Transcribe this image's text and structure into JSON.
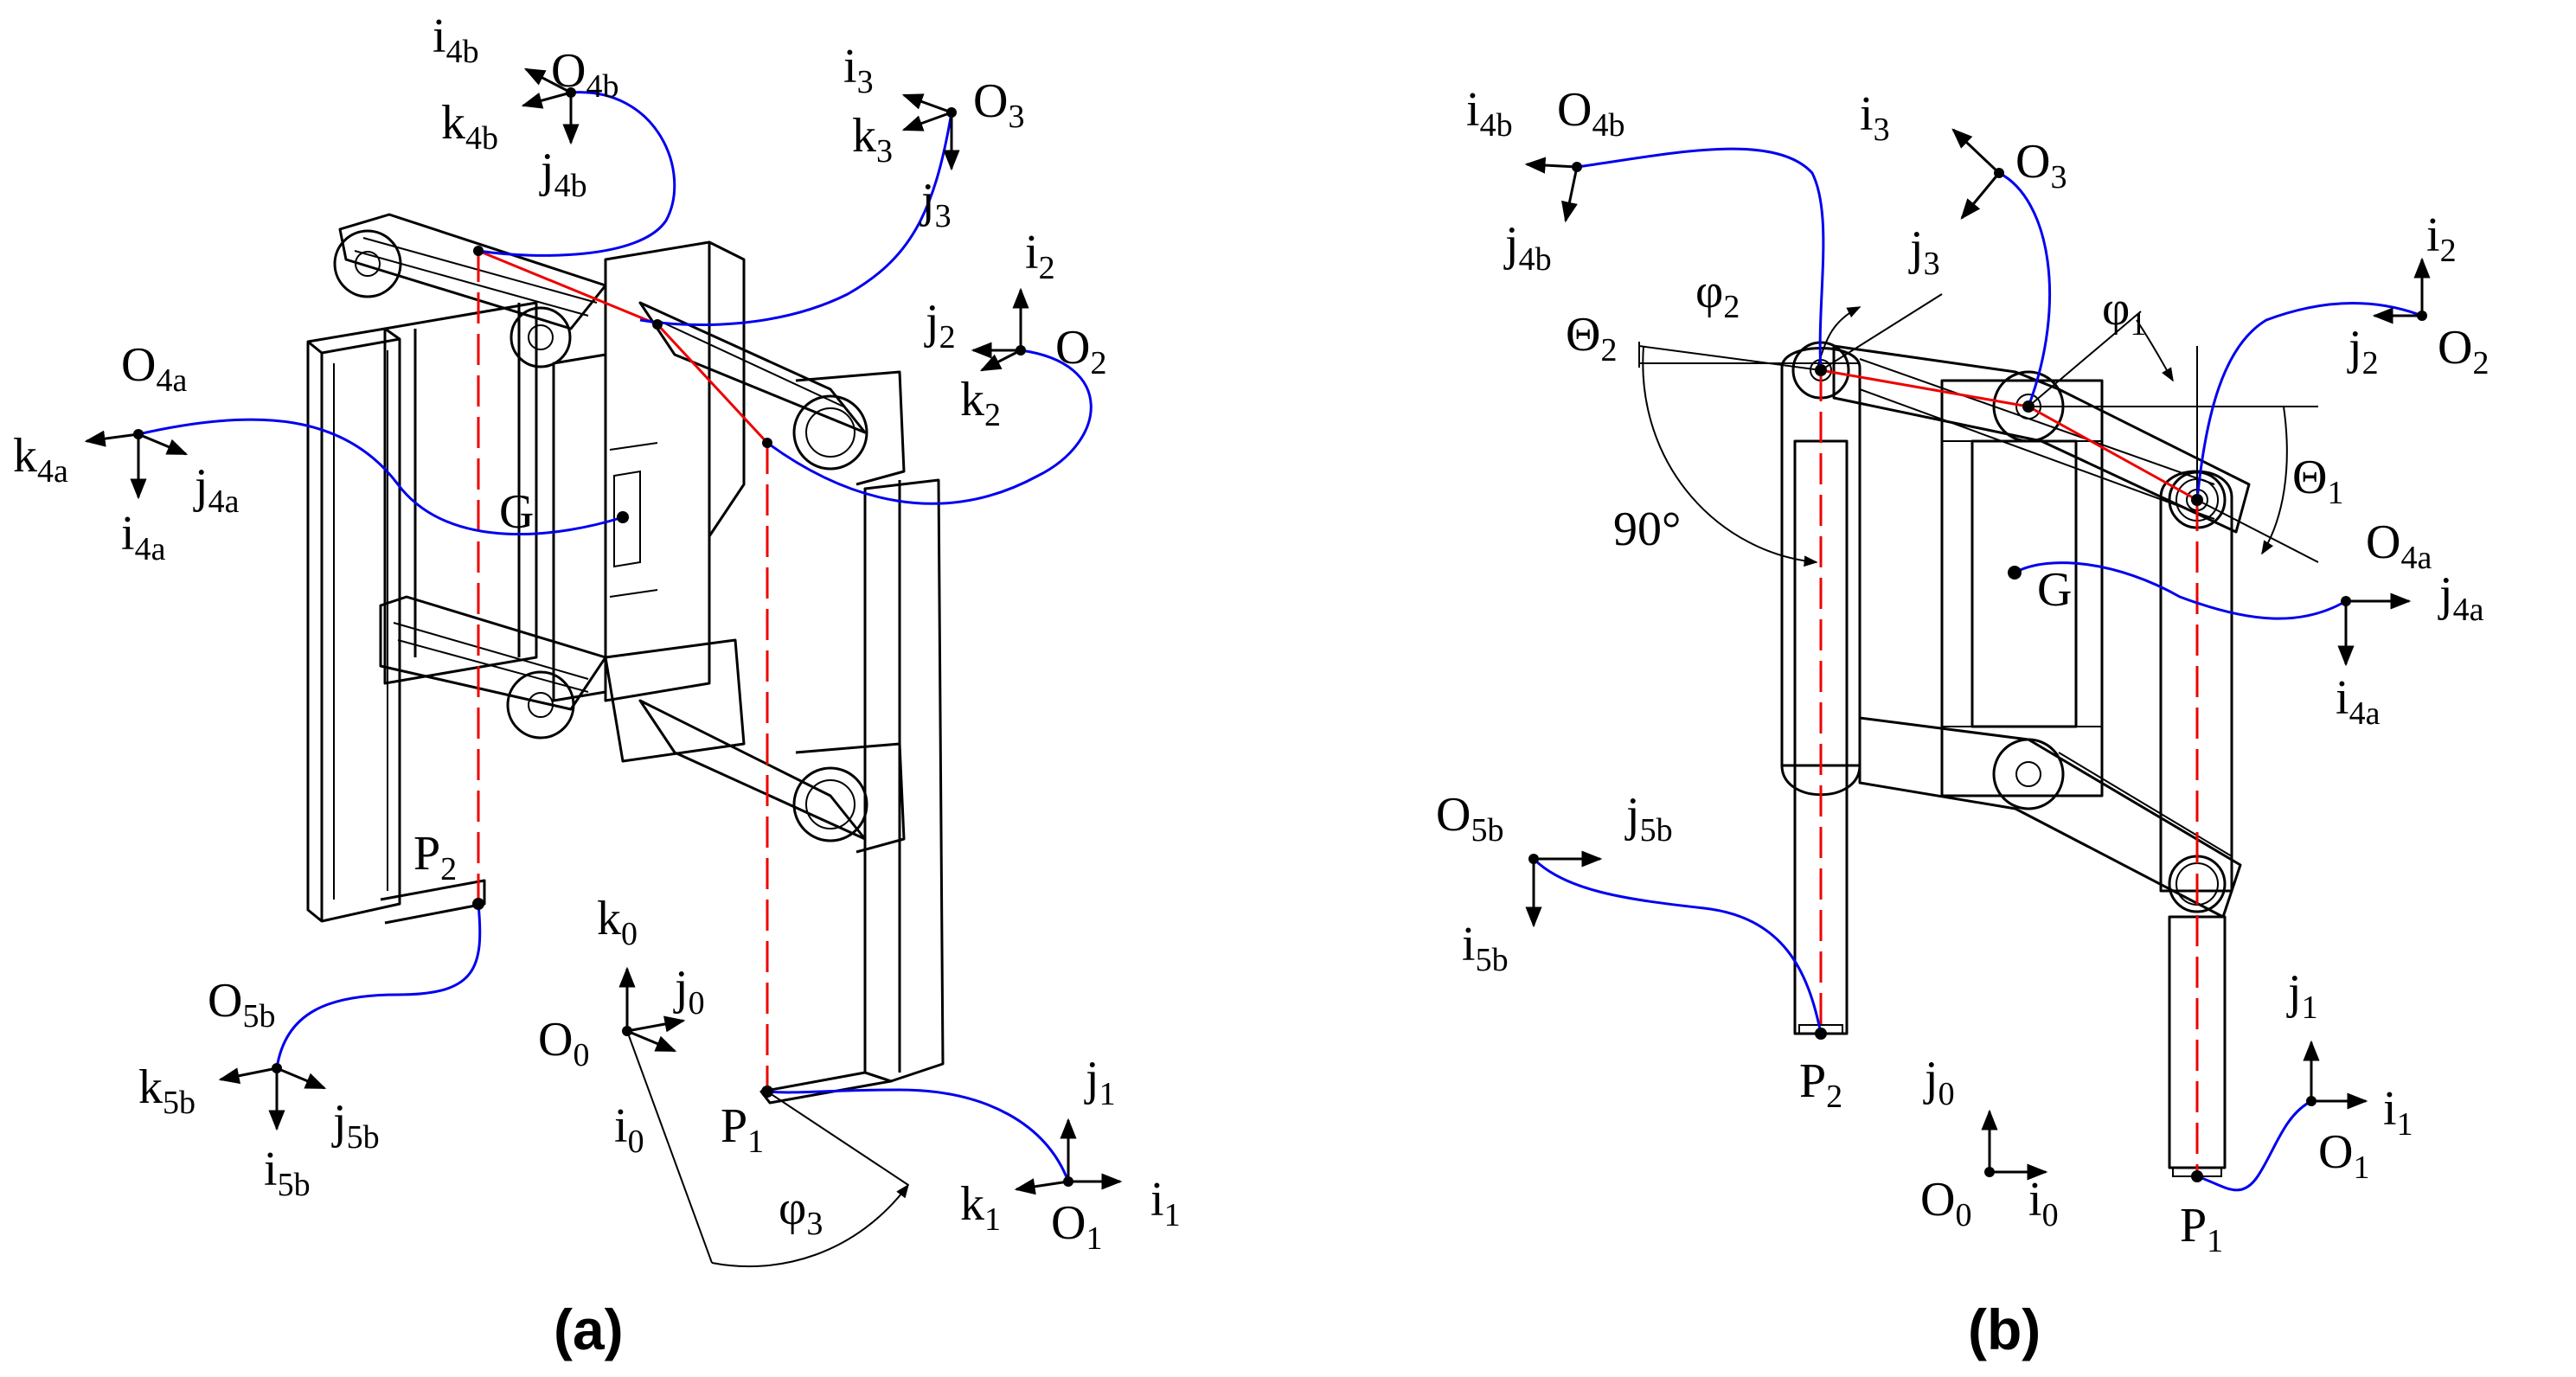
{
  "panel_a": {
    "caption": "(a)",
    "frames": [
      {
        "origin": "O",
        "origin_sub": "4b",
        "axes": [
          {
            "b": "i",
            "s": "4b"
          },
          {
            "b": "k",
            "s": "4b"
          },
          {
            "b": "j",
            "s": "4b"
          }
        ]
      },
      {
        "origin": "O",
        "origin_sub": "3",
        "axes": [
          {
            "b": "i",
            "s": "3"
          },
          {
            "b": "k",
            "s": "3"
          },
          {
            "b": "j",
            "s": "3"
          }
        ]
      },
      {
        "origin": "O",
        "origin_sub": "2",
        "axes": [
          {
            "b": "i",
            "s": "2"
          },
          {
            "b": "j",
            "s": "2"
          },
          {
            "b": "k",
            "s": "2"
          }
        ]
      },
      {
        "origin": "O",
        "origin_sub": "4a",
        "axes": [
          {
            "b": "k",
            "s": "4a"
          },
          {
            "b": "j",
            "s": "4a"
          },
          {
            "b": "i",
            "s": "4a"
          }
        ]
      },
      {
        "origin": "O",
        "origin_sub": "5b",
        "axes": [
          {
            "b": "k",
            "s": "5b"
          },
          {
            "b": "j",
            "s": "5b"
          },
          {
            "b": "i",
            "s": "5b"
          }
        ]
      },
      {
        "origin": "O",
        "origin_sub": "0",
        "axes": [
          {
            "b": "k",
            "s": "0"
          },
          {
            "b": "j",
            "s": "0"
          },
          {
            "b": "i",
            "s": "0"
          }
        ]
      },
      {
        "origin": "O",
        "origin_sub": "1",
        "axes": [
          {
            "b": "j",
            "s": "1"
          },
          {
            "b": "k",
            "s": "1"
          },
          {
            "b": "i",
            "s": "1"
          }
        ]
      }
    ],
    "points": [
      {
        "b": "G",
        "s": ""
      },
      {
        "b": "P",
        "s": "2"
      },
      {
        "b": "P",
        "s": "1"
      }
    ],
    "angle": {
      "b": "φ",
      "s": "3"
    }
  },
  "panel_b": {
    "caption": "(b)",
    "frames": [
      {
        "origin": "O",
        "origin_sub": "4b",
        "axes": [
          {
            "b": "i",
            "s": "4b"
          },
          {
            "b": "j",
            "s": "4b"
          }
        ]
      },
      {
        "origin": "O",
        "origin_sub": "3",
        "axes": [
          {
            "b": "i",
            "s": "3"
          },
          {
            "b": "j",
            "s": "3"
          }
        ]
      },
      {
        "origin": "O",
        "origin_sub": "2",
        "axes": [
          {
            "b": "i",
            "s": "2"
          },
          {
            "b": "j",
            "s": "2"
          }
        ]
      },
      {
        "origin": "O",
        "origin_sub": "4a",
        "axes": [
          {
            "b": "j",
            "s": "4a"
          },
          {
            "b": "i",
            "s": "4a"
          }
        ]
      },
      {
        "origin": "O",
        "origin_sub": "5b",
        "axes": [
          {
            "b": "j",
            "s": "5b"
          },
          {
            "b": "i",
            "s": "5b"
          }
        ]
      },
      {
        "origin": "O",
        "origin_sub": "0",
        "axes": [
          {
            "b": "j",
            "s": "0"
          },
          {
            "b": "i",
            "s": "0"
          }
        ]
      },
      {
        "origin": "O",
        "origin_sub": "1",
        "axes": [
          {
            "b": "j",
            "s": "1"
          },
          {
            "b": "i",
            "s": "1"
          }
        ]
      }
    ],
    "points": [
      {
        "b": "G",
        "s": ""
      },
      {
        "b": "P",
        "s": "2"
      },
      {
        "b": "P",
        "s": "1"
      }
    ],
    "angles": [
      {
        "b": "φ",
        "s": "1"
      },
      {
        "b": "φ",
        "s": "2"
      },
      {
        "b": "Θ",
        "s": "1"
      },
      {
        "b": "Θ",
        "s": "2"
      }
    ],
    "right_angle_label": "90°"
  }
}
